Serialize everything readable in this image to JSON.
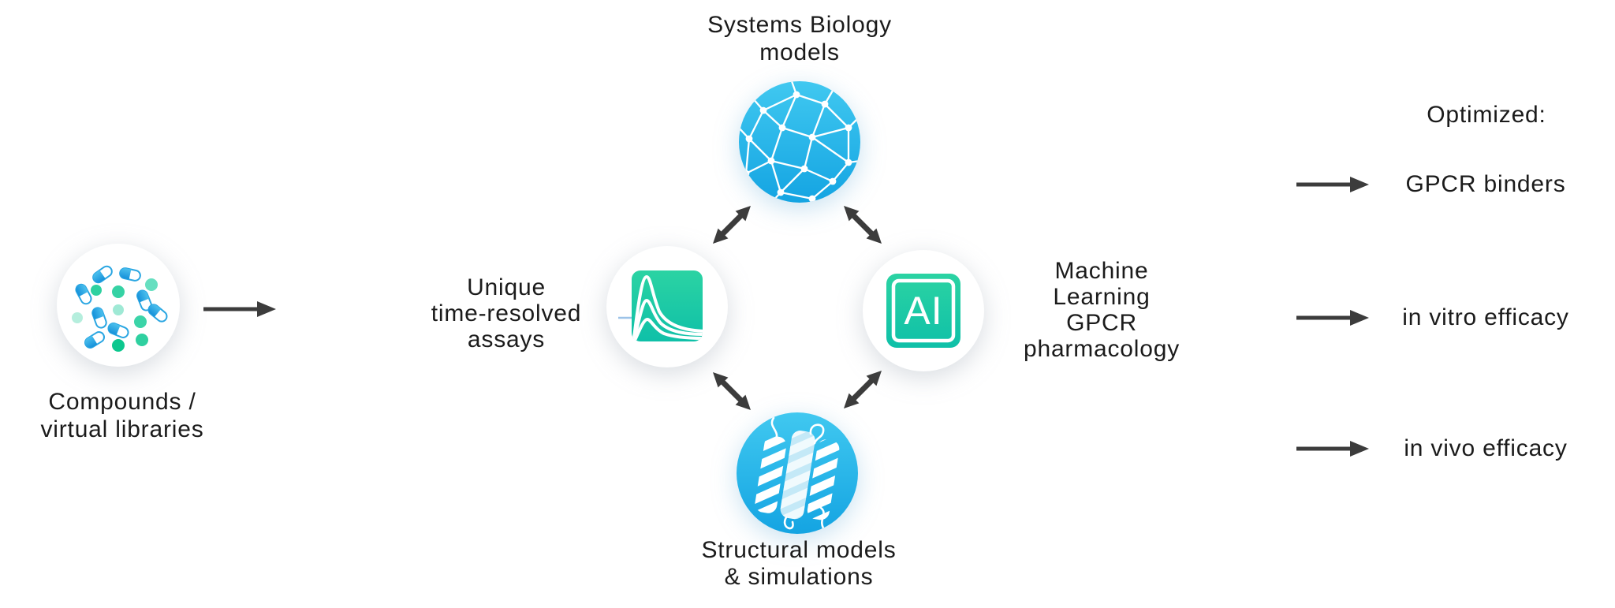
{
  "colors": {
    "background": "#ffffff",
    "text": "#1b1b1b",
    "arrow": "#3c3c3c",
    "blue_top": "#40c8f0",
    "blue_bottom": "#14a4e2",
    "green_top": "#2bd3a3",
    "green_bottom": "#0fc0a8",
    "pill_blue_top": "#4cc0ed",
    "pill_blue_bottom": "#1691da",
    "pill_outline": "#2aa6e2",
    "helix_pale_blue": "#c4e9f7",
    "assay_axis_blue": "#9cc3e8",
    "white": "#ffffff"
  },
  "input": {
    "icon": "compound-library-icon",
    "label": "Compounds /\nvirtual libraries",
    "arrow_icon": "right-arrow-icon"
  },
  "hub": {
    "top": {
      "icon": "network-sphere-icon",
      "label": "Systems Biology\nmodels"
    },
    "left": {
      "icon": "assay-curves-icon",
      "label": "Unique\ntime-resolved\nassays"
    },
    "right": {
      "icon": "ai-badge-icon",
      "label": "Machine\nLearning\nGPCR\npharmacology",
      "icon_text": "AI"
    },
    "bottom": {
      "icon": "gpcr-helix-icon",
      "label": "Structural models\n& simulations"
    },
    "connector_icon": "double-headed-arrow-icon"
  },
  "output": {
    "heading": "Optimized:",
    "items": [
      {
        "label": "GPCR binders"
      },
      {
        "label": "in vitro efficacy"
      },
      {
        "label": "in vivo efficacy"
      }
    ]
  }
}
